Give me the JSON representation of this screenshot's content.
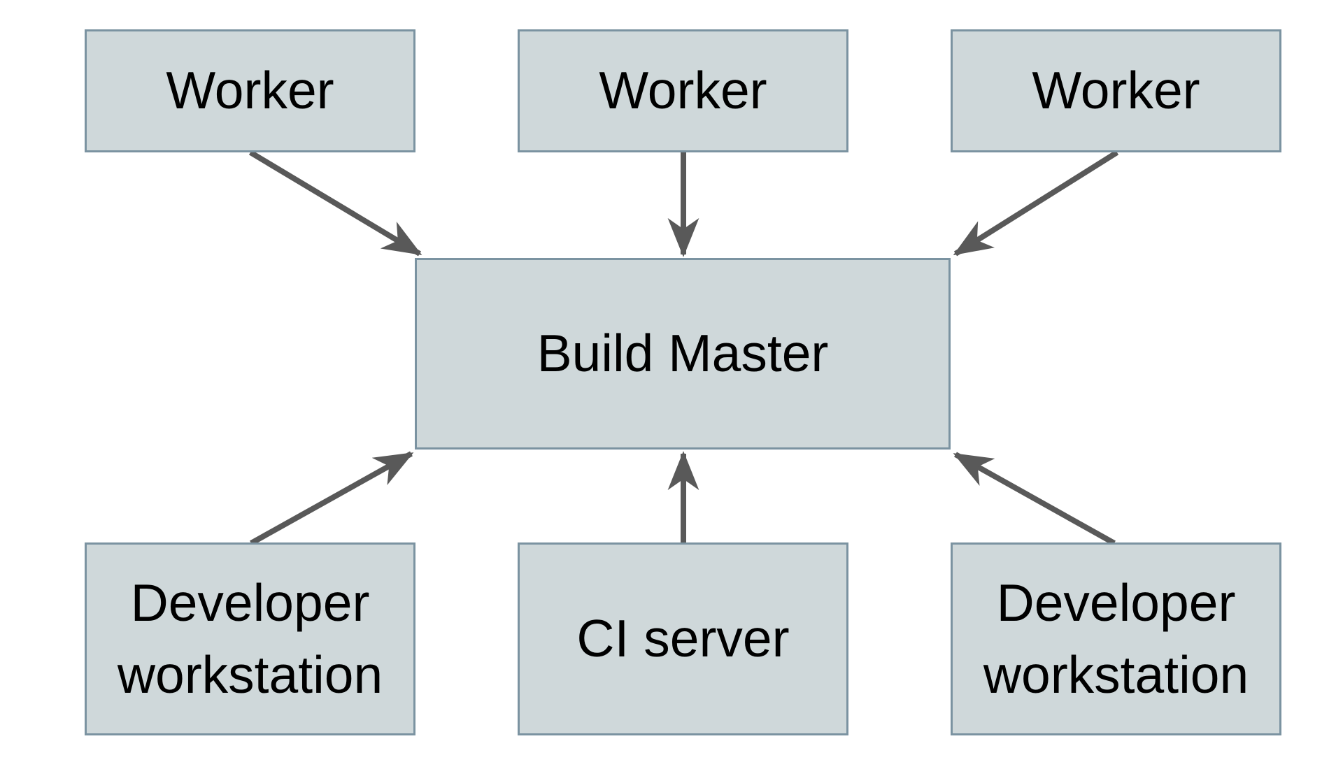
{
  "diagram": {
    "type": "architecture-diagram",
    "colors": {
      "background": "#ffffff",
      "node_fill": "#cfd8da",
      "node_border": "#7b93a1",
      "arrow": "#595959",
      "text": "#000000"
    },
    "nodes": {
      "worker_left": {
        "label": "Worker"
      },
      "worker_middle": {
        "label": "Worker"
      },
      "worker_right": {
        "label": "Worker"
      },
      "build_master": {
        "label": "Build Master"
      },
      "dev_workstation_left": {
        "label": "Developer workstation"
      },
      "ci_server": {
        "label": "CI server"
      },
      "dev_workstation_right": {
        "label": "Developer workstation"
      }
    },
    "edges": [
      {
        "from": "worker_left",
        "to": "build_master",
        "direction": "into-build-master"
      },
      {
        "from": "worker_middle",
        "to": "build_master",
        "direction": "into-build-master"
      },
      {
        "from": "worker_right",
        "to": "build_master",
        "direction": "into-build-master"
      },
      {
        "from": "dev_workstation_left",
        "to": "build_master",
        "direction": "into-build-master"
      },
      {
        "from": "ci_server",
        "to": "build_master",
        "direction": "into-build-master"
      },
      {
        "from": "dev_workstation_right",
        "to": "build_master",
        "direction": "into-build-master"
      }
    ]
  }
}
